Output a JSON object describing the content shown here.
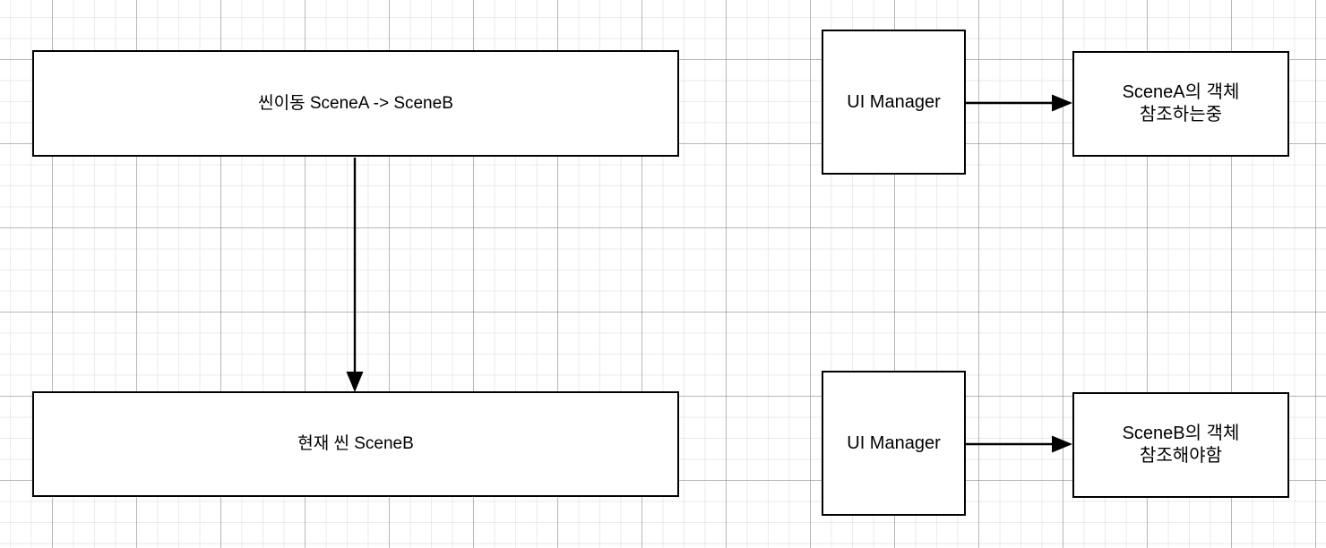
{
  "diagram": {
    "title": "Scene transition / UI Manager reference diagram",
    "background": "#ffffff",
    "grid_color": "#e8e8e8",
    "stroke_color": "#000000",
    "fill_color": "#ffffff"
  },
  "nodes": {
    "scene_transition": {
      "label": "씬이동 SceneA -> SceneB"
    },
    "current_scene": {
      "label": "현재 씬 SceneB"
    },
    "ui_manager_top": {
      "label": "UI Manager"
    },
    "ui_manager_bottom": {
      "label": "UI Manager"
    },
    "sceneA_reference": {
      "label": "SceneA의 객체 참조하는중"
    },
    "sceneB_reference": {
      "label": "SceneB의 객체 참조해야함"
    }
  },
  "edges": [
    {
      "name": "scene-transition-to-current-scene",
      "from": "scene_transition",
      "to": "current_scene",
      "direction": "down",
      "arrowhead": "filled-triangle"
    },
    {
      "name": "ui-manager-top-to-sceneA-reference",
      "from": "ui_manager_top",
      "to": "sceneA_reference",
      "direction": "right",
      "arrowhead": "filled-triangle"
    },
    {
      "name": "ui-manager-bottom-to-sceneB-reference",
      "from": "ui_manager_bottom",
      "to": "sceneB_reference",
      "direction": "right",
      "arrowhead": "filled-triangle"
    }
  ]
}
